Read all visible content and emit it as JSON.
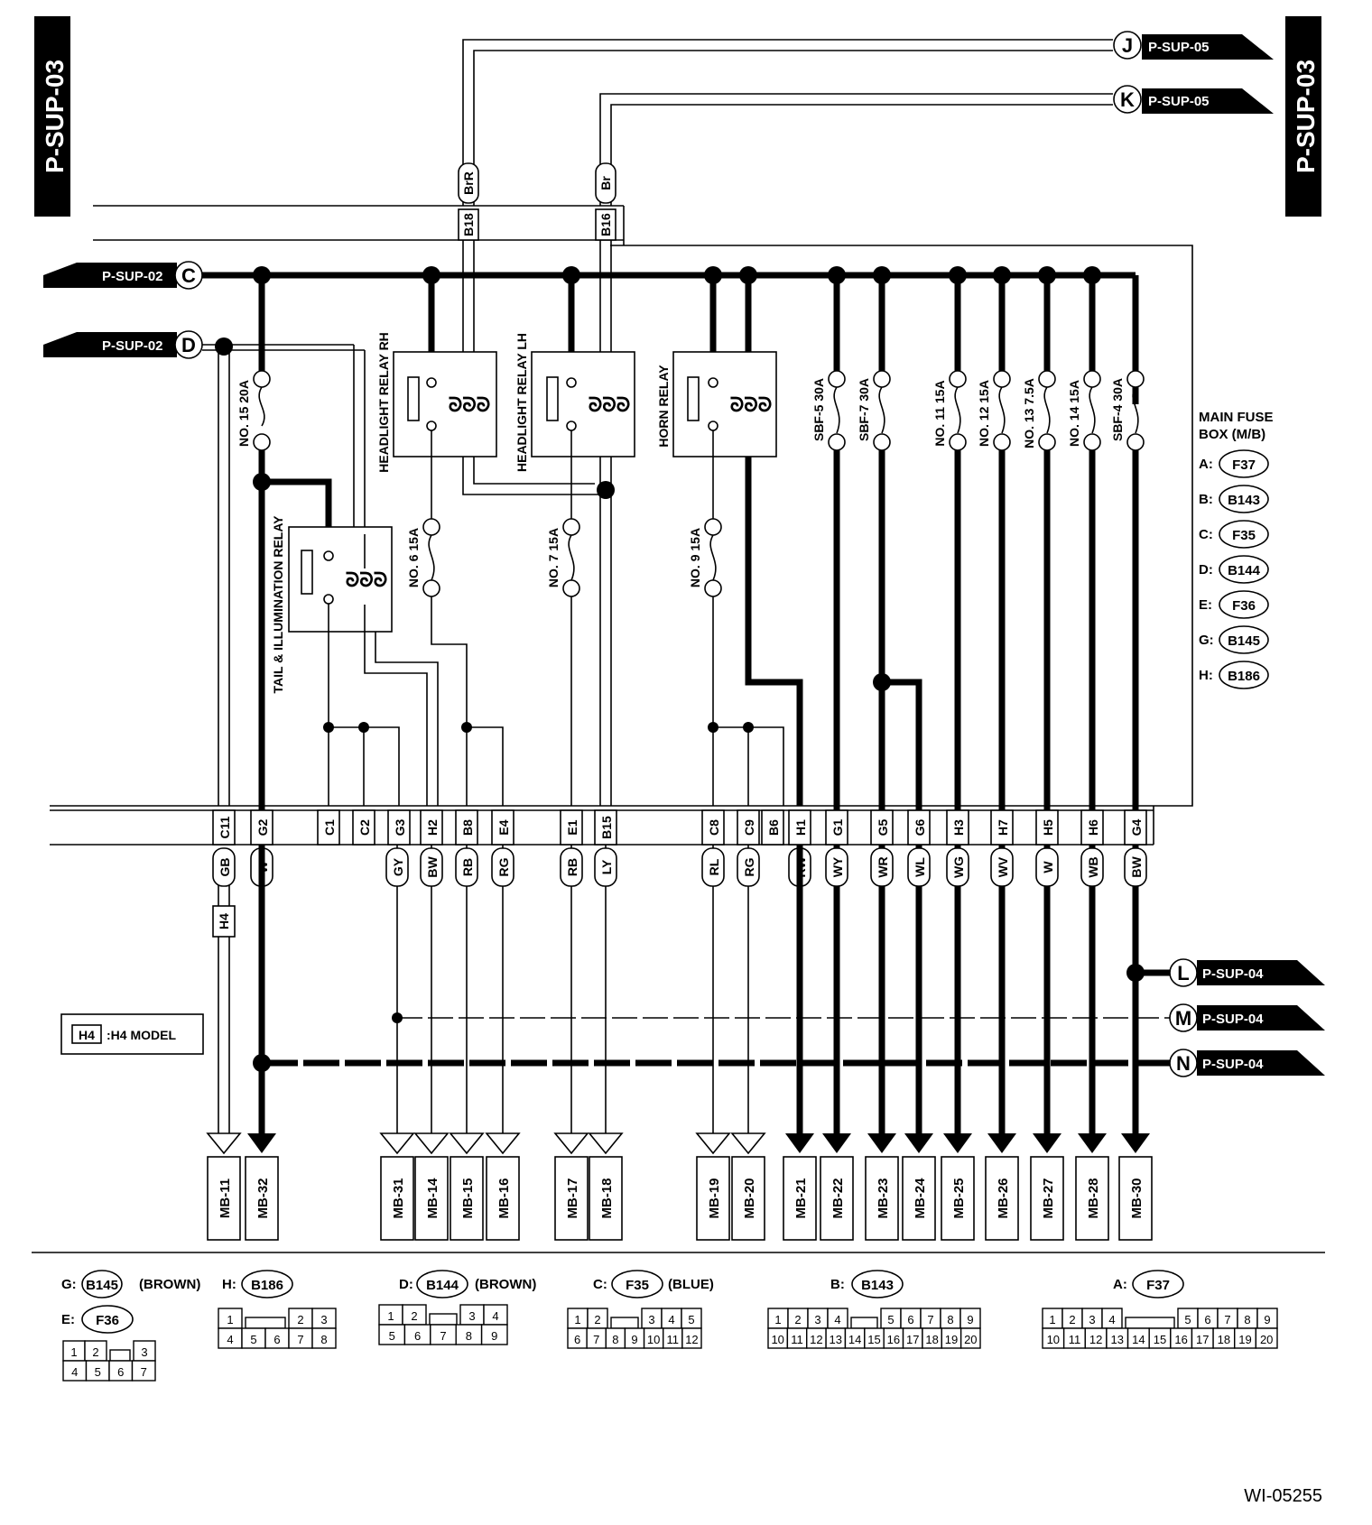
{
  "page_tabs": {
    "left": "P-SUP-03",
    "right": "P-SUP-03"
  },
  "figure_code": "WI-05255",
  "offpage": {
    "J": "P-SUP-05",
    "K": "P-SUP-05",
    "C": "P-SUP-02",
    "D": "P-SUP-02",
    "L": "P-SUP-04",
    "M": "P-SUP-04",
    "N": "P-SUP-04"
  },
  "top_wire_colors": {
    "J": "BrR",
    "K": "Br"
  },
  "top_terminals": {
    "J": "B18",
    "K": "B16"
  },
  "relays": {
    "tail": "TAIL & ILLUMINATION RELAY",
    "head_rh": "HEADLIGHT RELAY RH",
    "head_lh": "HEADLIGHT RELAY LH",
    "horn": "HORN RELAY"
  },
  "fuses": {
    "f15": "NO. 15 20A",
    "f6": "NO. 6 15A",
    "f7": "NO. 7 15A",
    "f9": "NO. 9 15A",
    "sbf5": "SBF-5 30A",
    "sbf7": "SBF-7 30A",
    "f11": "NO. 11 15A",
    "f12": "NO. 12 15A",
    "f13": "NO. 13 7.5A",
    "f14": "NO. 14 15A",
    "sbf4": "SBF-4 30A"
  },
  "main_fuse_box": {
    "title_l1": "MAIN FUSE",
    "title_l2": "BOX (M/B)",
    "items": [
      {
        "key": "A:",
        "code": "F37"
      },
      {
        "key": "B:",
        "code": "B143"
      },
      {
        "key": "C:",
        "code": "F35"
      },
      {
        "key": "D:",
        "code": "B144"
      },
      {
        "key": "E:",
        "code": "F36"
      },
      {
        "key": "G:",
        "code": "B145"
      },
      {
        "key": "H:",
        "code": "B186"
      }
    ]
  },
  "terminals": [
    "C11",
    "G2",
    "C1",
    "C2",
    "G3",
    "H2",
    "B8",
    "E4",
    "E1",
    "B15",
    "C8",
    "C9",
    "B6",
    "H1",
    "G1",
    "G5",
    "G6",
    "H3",
    "H7",
    "H5",
    "H6",
    "G4"
  ],
  "wires": [
    "GB",
    "W",
    "GY",
    "BW",
    "RB",
    "RG",
    "RB",
    "LY",
    "RL",
    "RG",
    "RW",
    "WY",
    "WR",
    "WL",
    "WG",
    "WV",
    "W",
    "WB",
    "BW"
  ],
  "h4_tag": "H4",
  "legend": {
    "tag": "H4",
    "text": ":H4 MODEL"
  },
  "outputs": [
    "MB-11",
    "MB-32",
    "MB-31",
    "MB-14",
    "MB-15",
    "MB-16",
    "MB-17",
    "MB-18",
    "MB-19",
    "MB-20",
    "MB-21",
    "MB-22",
    "MB-23",
    "MB-24",
    "MB-25",
    "MB-26",
    "MB-27",
    "MB-28",
    "MB-30"
  ],
  "connectors": {
    "G": {
      "key": "G:",
      "code": "B145",
      "note": "(BROWN)"
    },
    "H": {
      "key": "H:",
      "code": "B186"
    },
    "D": {
      "key": "D:",
      "code": "B144",
      "note": "(BROWN)"
    },
    "C": {
      "key": "C:",
      "code": "F35",
      "note": "(BLUE)"
    },
    "B": {
      "key": "B:",
      "code": "B143"
    },
    "A": {
      "key": "A:",
      "code": "F37"
    },
    "E": {
      "key": "E:",
      "code": "F36"
    }
  },
  "pins": {
    "E_top": [
      "1",
      "2",
      "3"
    ],
    "E_bot": [
      "4",
      "5",
      "6",
      "7"
    ],
    "H_top": [
      "1",
      "2",
      "3"
    ],
    "H_bot": [
      "4",
      "5",
      "6",
      "7",
      "8"
    ],
    "D_top": [
      "1",
      "2",
      "3",
      "4"
    ],
    "D_bot": [
      "5",
      "6",
      "7",
      "8",
      "9"
    ],
    "C_top": [
      "1",
      "2",
      "3",
      "4",
      "5"
    ],
    "C_bot": [
      "6",
      "7",
      "8",
      "9",
      "10",
      "11",
      "12"
    ],
    "B_top": [
      "1",
      "2",
      "3",
      "4",
      "5",
      "6",
      "7",
      "8",
      "9"
    ],
    "B_bot": [
      "10",
      "11",
      "12",
      "13",
      "14",
      "15",
      "16",
      "17",
      "18",
      "19",
      "20"
    ],
    "A_top": [
      "1",
      "2",
      "3",
      "4",
      "5",
      "6",
      "7",
      "8",
      "9"
    ],
    "A_bot": [
      "10",
      "11",
      "12",
      "13",
      "14",
      "15",
      "16",
      "17",
      "18",
      "19",
      "20"
    ]
  }
}
